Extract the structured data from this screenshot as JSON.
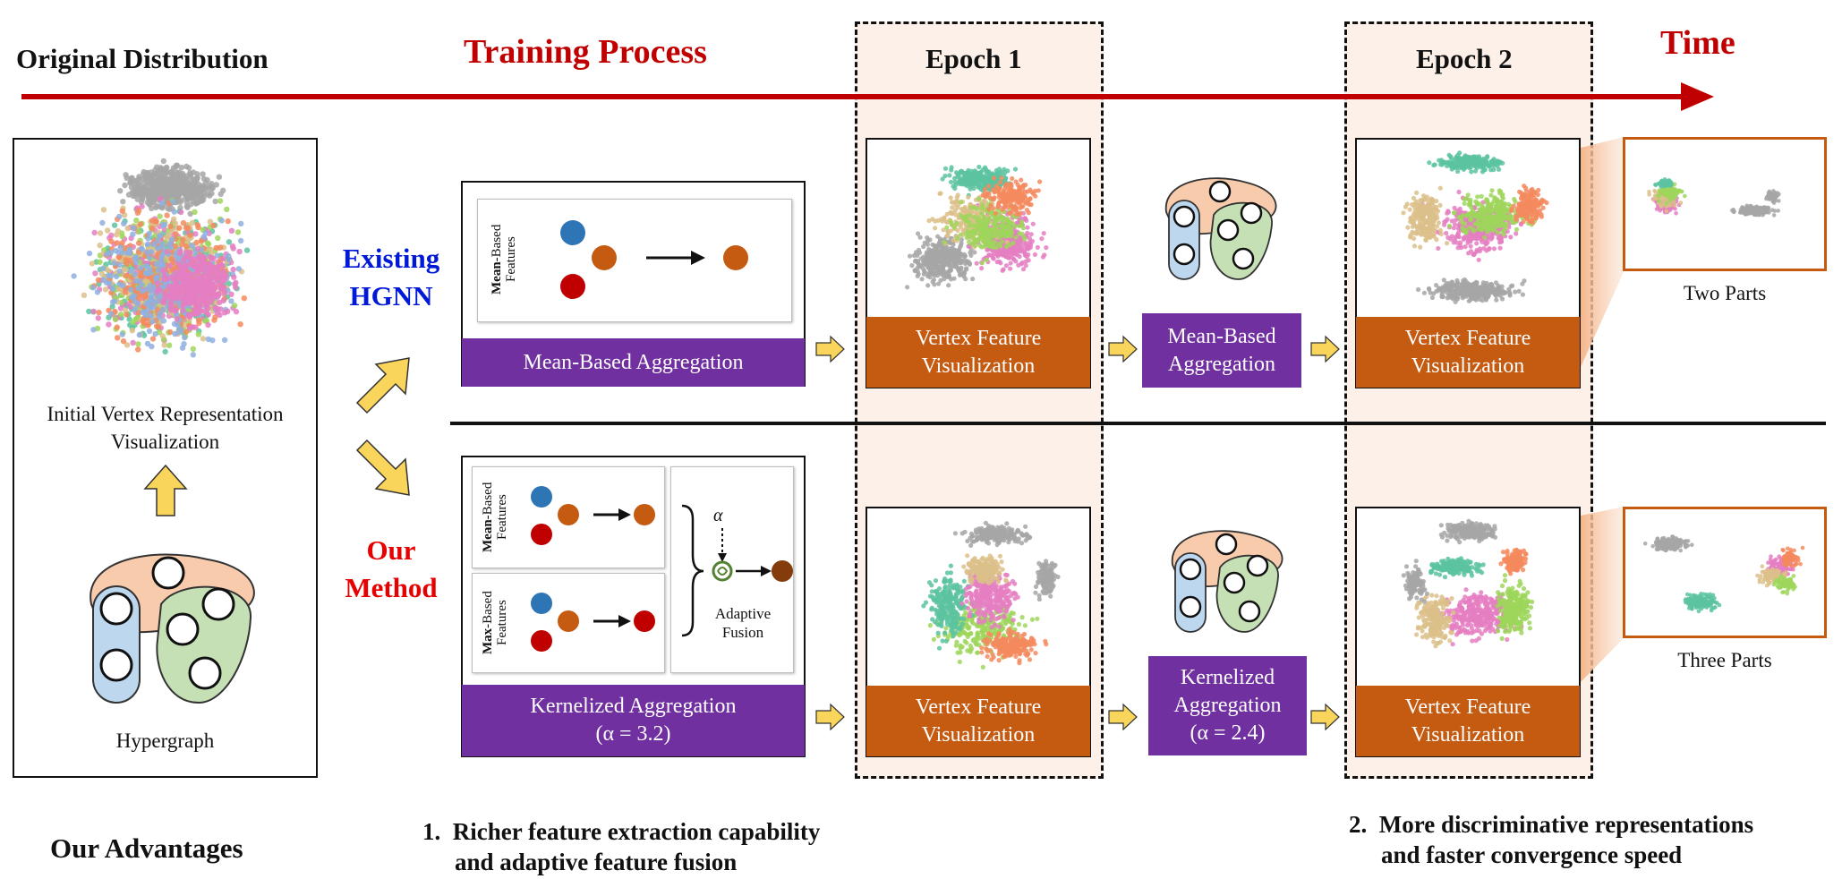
{
  "header": {
    "original_distribution": "Original Distribution",
    "training_process": "Training Process",
    "epoch1": "Epoch 1",
    "epoch2": "Epoch 2",
    "time": "Time"
  },
  "left_panel": {
    "initial_caption_line1": "Initial Vertex Representation",
    "initial_caption_line2": "Visualization",
    "hypergraph_caption": "Hypergraph"
  },
  "methods": {
    "existing_line1": "Existing",
    "existing_line2": "HGNN",
    "ours_line1": "Our",
    "ours_line2": "Method"
  },
  "existing_row": {
    "feature_label_bold": "Mean",
    "feature_label_rest": "-Based Features",
    "aggregation_label": "Mean-Based Aggregation",
    "epoch1_label_line1": "Vertex Feature",
    "epoch1_label_line2": "Visualization",
    "mid_agg_line1": "Mean-Based",
    "mid_agg_line2": "Aggregation",
    "epoch2_label_line1": "Vertex Feature",
    "epoch2_label_line2": "Visualization",
    "zoom_caption": "Two Parts"
  },
  "our_row": {
    "mean_label_bold": "Mean",
    "mean_label_rest": "-Based Features",
    "max_label_bold": "Max",
    "max_label_rest": "-Based Features",
    "alpha_symbol": "α",
    "fusion_line1": "Adaptive",
    "fusion_line2": "Fusion",
    "aggregation_line1": "Kernelized Aggregation",
    "aggregation_line2": "(α = 3.2)",
    "epoch1_label_line1": "Vertex Feature",
    "epoch1_label_line2": "Visualization",
    "mid_agg_line1": "Kernelized",
    "mid_agg_line2": "Aggregation",
    "mid_agg_line3": "(α = 2.4)",
    "epoch2_label_line1": "Vertex Feature",
    "epoch2_label_line2": "Visualization",
    "zoom_caption": "Three Parts"
  },
  "advantages": {
    "title": "Our Advantages",
    "item1_line1": "1.  Richer feature extraction capability",
    "item1_line2": "and adaptive feature fusion",
    "item2_line1": "2.  More discriminative representations",
    "item2_line2": "and faster convergence speed"
  },
  "colors": {
    "timeline_red": "#c00000",
    "purple": "#7030a0",
    "orange": "#c55a11",
    "yellow_arrow": "#f9d55b",
    "epoch_band": "#fcf0e8",
    "node_blue": "#2e75b6",
    "node_orange": "#c55a11",
    "node_red": "#c00000",
    "hyperedge_orange": "#f8cbad",
    "hyperedge_blue": "#bdd7ee",
    "hyperedge_green": "#c5e0b4"
  }
}
